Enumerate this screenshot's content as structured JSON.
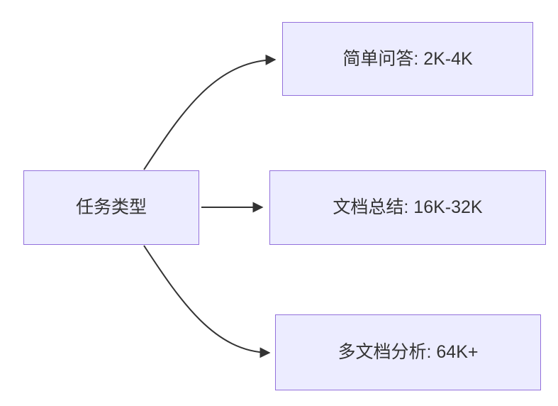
{
  "diagram": {
    "title": "task-type context-length diagram",
    "root": {
      "label": "任务类型"
    },
    "children": [
      {
        "label": "简单问答: 2K-4K"
      },
      {
        "label": "文档总结: 16K-32K"
      },
      {
        "label": "多文档分析: 64K+"
      }
    ],
    "colors": {
      "node_fill": "#ECECFF",
      "node_border": "#9370DB",
      "arrow": "#333333",
      "text": "#333333",
      "background": "#FFFFFF"
    }
  }
}
